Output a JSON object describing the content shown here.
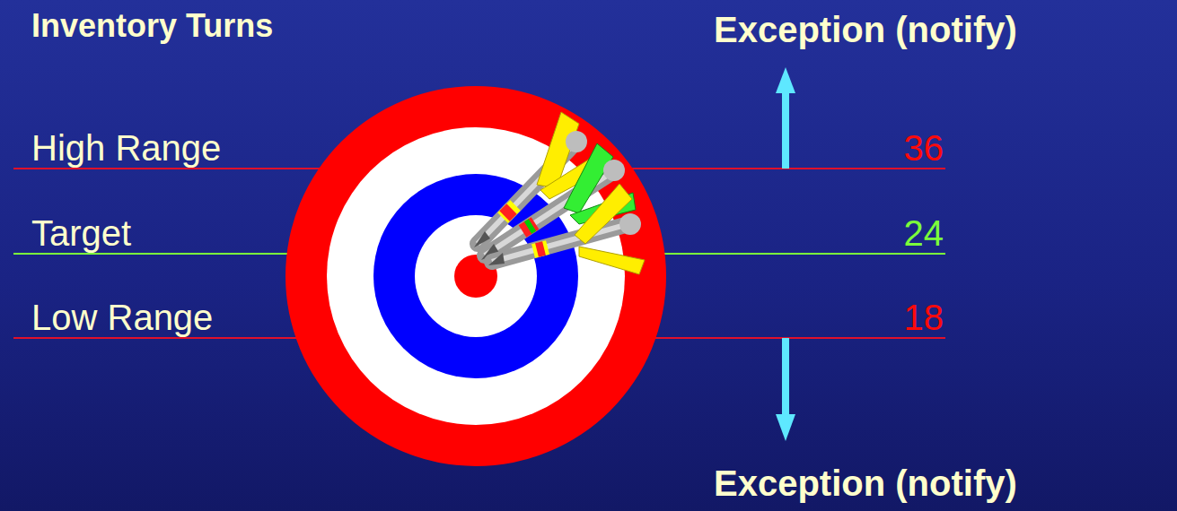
{
  "diagram": {
    "title": "Inventory Turns",
    "labels": [
      "Exception (notify)",
      "High Range",
      "36",
      "Target",
      "24",
      "Low Range",
      "18",
      "Exception (notify)"
    ]
  }
}
